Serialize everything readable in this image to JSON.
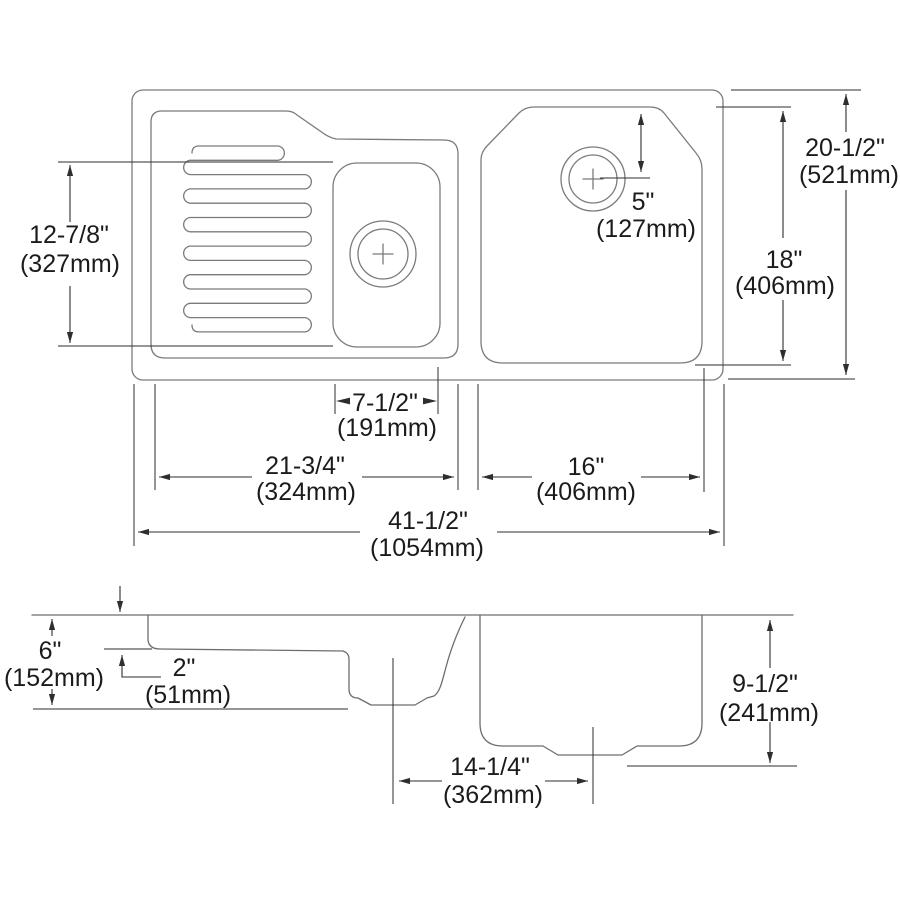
{
  "drawing": {
    "type": "sink-dimension-drawing",
    "colors": {
      "outline": "#7b7b7b",
      "dimension": "#2e2e2e",
      "text": "#1b1b1b",
      "background": "#ffffff"
    },
    "dims": {
      "bowl_small_height": {
        "in": "12-7/8\"",
        "mm": "(327mm)"
      },
      "drain_offset": {
        "in": "5\"",
        "mm": "(127mm)"
      },
      "overall_depth": {
        "in": "20-1/2\"",
        "mm": "(521mm)"
      },
      "bowl_large_height": {
        "in": "18\"",
        "mm": "(406mm)"
      },
      "bowl_small_width": {
        "in": "7-1/2\"",
        "mm": "(191mm)"
      },
      "drainboard_width": {
        "in": "21-3/4\"",
        "mm": "(324mm)"
      },
      "bowl_large_width": {
        "in": "16\"",
        "mm": "(406mm)"
      },
      "overall_width": {
        "in": "41-1/2\"",
        "mm": "(1054mm)"
      },
      "rim_height": {
        "in": "6\"",
        "mm": "(152mm)"
      },
      "drainboard_drop": {
        "in": "2\"",
        "mm": "(51mm)"
      },
      "bowl_depth": {
        "in": "9-1/2\"",
        "mm": "(241mm)"
      },
      "drain_spacing": {
        "in": "14-1/4\"",
        "mm": "(362mm)"
      }
    }
  }
}
